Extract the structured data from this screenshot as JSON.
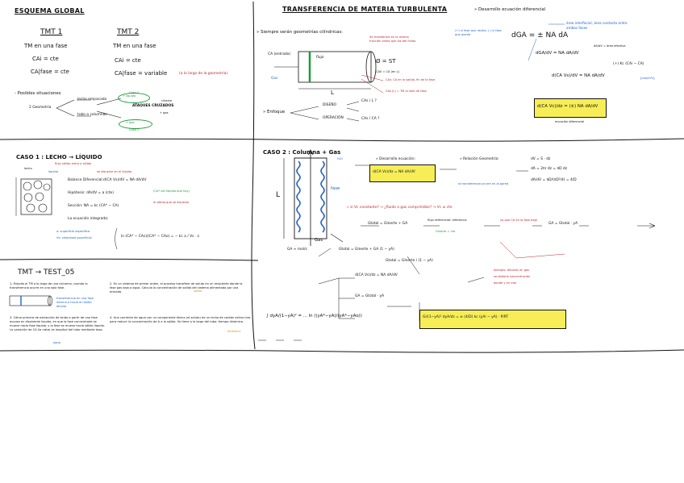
{
  "headings": {
    "global": "ESQUEMA GLOBAL",
    "transfer": "TRANSFERENCIA DE MATERIA TURBULENTA",
    "diff_eq": "» Desarrollo ecuación diferencial",
    "caso1": "CASO 1 : LECHO → LÍQUIDO",
    "caso2": "CASO 2 : Columna + Gas",
    "tmt_test": "TMT → TEST_05"
  },
  "global": {
    "tmt1": "TMT 1",
    "tmt2": "TMT 2",
    "tmt1_line": "TM en una fase",
    "tmt2_line": "TM en una fase",
    "tmt1_ca": "CAi = cte",
    "tmt1_ca_fase": "CA|fase = cte",
    "tmt2_ca": "CAi = cte",
    "tmt2_ca_fase": "CA|fase = variable",
    "tmt2_note": "(a lo largo de la geometría)",
    "posibles": "- Posibles situaciones",
    "geometria": "2 Geometría",
    "lecho": "lecho empacado",
    "tubo": "tubo o columnas",
    "pill_liq": "+ líquido",
    "pill_gas": "+ gas",
    "ataques": "ATAQUES CRUZADOS",
    "cilindro": "cilindro",
    "gas": "+ gas",
    "caso1_tag": "Caso 1",
    "caso2_tag": "Caso 2"
  },
  "transfer": {
    "intro": "» Siempre serán geometrías cilíndricas:",
    "inlet": "CA (entrada)",
    "phi": "Ø = ST",
    "L": "L",
    "flujo": "flujo",
    "gas": "Gas",
    "note1": "Se transforma en la misma fracción antes que las del fluido",
    "note2": "CA0 = CA (en L)",
    "note3": "CAs: CA en la salida, fin de la fase",
    "note4": "CAs (L) = TM al salir de fase",
    "enfoque": "» Enfoque",
    "diseno": "DISEÑO",
    "operacion": "OPERACIÓN",
    "cas_l": "CAs / L ?",
    "cas_ca": "CAs / CA ?"
  },
  "diff": {
    "main": "dGA = ± NA dA",
    "blue_note": "área interfacial, área contacto entre ambas fases",
    "sign_note": "(+) si fase que recibe, (-) si fase que pierde",
    "eq2": "dGA/dV = NA dA/dV",
    "ar_note": "dA/dV = área efectiva",
    "eq3": "d(CA Vs)/dV = NA dA/dV",
    "eq3b": "(+) Kc (CAi − CA)",
    "box": "d(CA Vc)/dz = (±) NA dA/dV",
    "box_caption": "ecuación diferencial",
    "units": "[mol/m³s]",
    "eq4": "dV = S · dz",
    "eq5": "dA = 2πr dz = πD dz"
  },
  "caso1": {
    "lecho": "lecho",
    "liquido": "líquido",
    "sim1": "flujo sólido entra a sólido",
    "sim2": "se disuelve en el líquido",
    "bullet1": "Balance Diferencial:",
    "bullet1_eq": "d(CA Vs)/dV = NA dA/dV",
    "bullet2": "Hipótesis: dA/dV = a (cte)",
    "bullet3": "Sección: NA = kc (CA* − CA)",
    "bullet4": "La ecuación integrada:",
    "final_eq": "ln (CA* − CAs)/(CA* − CAo) = − kc a / Vs · z",
    "blue_notes1": "a: superficie específica",
    "blue_notes2": "Vs: velocidad superficial",
    "green_note": "(CA* del líquido que hay)",
    "red_note": "el sólido que se disuelve"
  },
  "tmt_test": {
    "p1": "1. Estudia el TM a lo largo de una columna, cuando la transferencia ocurre en una sola fase.",
    "p2": "2. En un sistema de primer orden, el proceso transfiere de soluto en un recipiente donde la fase gas baja a agua. Calcula la concentración de salida del sistema alimentado por una entrada.",
    "p3": "3. Cómo primera de extracción de ácido a partir de una fase acuosa en disolvente líquido, en que la fase concentrada se mueve hacia fase líquida, y la fase se mueve hacia sólido líquido. La variación de CA (la vista) es longitud del tubo mediante tasa.",
    "p4": "4. Una corriente de agua con un componente tóxico (el soluto) de un lecho de carbón activo tras para reducir la concentración de A a la salida. Se tiene a lo largo del tubo: tiempo dinámica.",
    "side": "transferencia en una fase interna o hacia el medio diluido",
    "hl1": "sólido",
    "hl2": "dinámica",
    "hl3": "agua"
  },
  "caso2": {
    "columna": "Columna",
    "gas_in": "Gas",
    "liq": "líquido",
    "ga": "GA ≈ mol/s",
    "h2o": "H₂O",
    "fase": "fase",
    "L": "L",
    "desarrollo": "» Desarrollo ecuación:",
    "relacion": "» Relación Geometría:",
    "dv": "dV = S · dz",
    "da": "dA = 2πr dz = πD dz",
    "ratio": "dA/dV = πD/(πD²/4) = 4/D",
    "box1": "d(CA Vs)/dz = NA dA/dV",
    "note_blue": "la transferencia ocurre en la pared",
    "vc_line": "» si Vc constante? → ¿fluido o gas comprimible? → Vc ≠ cte",
    "gtotal": "Gtotal = GInerte + GA",
    "flujo_ref": "flujo referencial: referencia",
    "hyp": "ya que CA en la fase baja",
    "cat": "GInerte = cte",
    "chain": "Gtotal = GInerte / (1 − yA)",
    "eq_ga": "GA = Gtotal · yA",
    "sub": "Gtotal = GInerte + GA (1 − yA)",
    "boxfinal": "Gi/(1−yA)² dyA/dz = ± (4/D) kc (yAi − yA) · P/RT",
    "int": "∫ dyA/(1−yA)² = ... ln ((yA*−yA)/(yA*−yAo))",
    "red1": "ejemplo: difusión en gas",
    "red2": "se obtiene concentración",
    "red3": "donde y en mol"
  }
}
